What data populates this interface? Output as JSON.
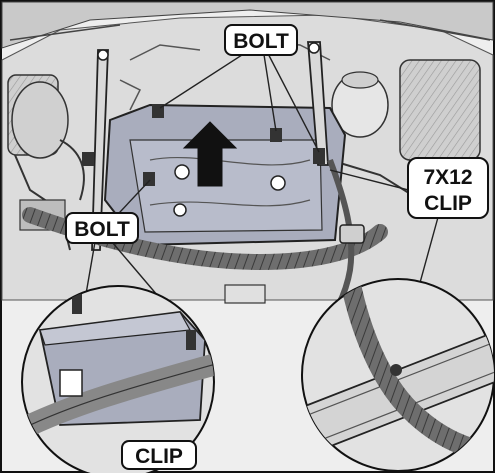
{
  "labels": {
    "bolt_top": "BOLT",
    "bolt_left": "BOLT",
    "clip_bottom": "CLIP",
    "clip_right_line1": "7X12",
    "clip_right_line2": "CLIP"
  },
  "colors": {
    "line_art": "#2a2a2a",
    "shade_light": "#d8d8d8",
    "shade_mid": "#b8b8b8",
    "tray_highlight": "#a9adbd",
    "label_box_fill": "#ffffff",
    "label_box_border": "#111111"
  },
  "icons": {
    "removal_arrow": "up-arrow-icon"
  }
}
